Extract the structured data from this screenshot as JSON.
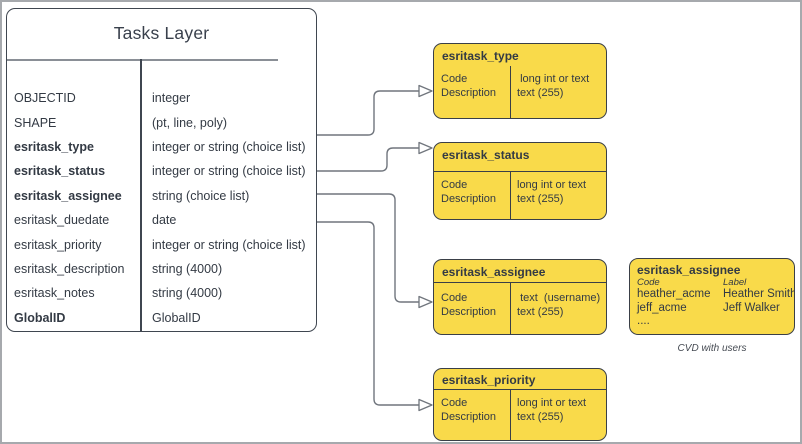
{
  "colors": {
    "frame": "#A6A9AD",
    "table_stroke": "#3F4650",
    "box_stroke": "#3A3F47",
    "box_fill": "#F9DA4A",
    "connector": "#70757D",
    "underline": "#8A8F96",
    "ink": "#333A44"
  },
  "tasks_table": {
    "title": "Tasks Layer",
    "rows": [
      {
        "field": "OBJECTID",
        "type": "integer"
      },
      {
        "field": "SHAPE",
        "type": "(pt, line, poly)"
      },
      {
        "field": "esritask_type",
        "type": "integer or string (choice list)"
      },
      {
        "field": "esritask_status",
        "type": "integer or string (choice list)"
      },
      {
        "field": "esritask_assignee",
        "type": "string (choice list)"
      },
      {
        "field": "esritask_duedate",
        "type": "date"
      },
      {
        "field": "esritask_priority",
        "type": "integer or string (choice list)"
      },
      {
        "field": "esritask_description",
        "type": "string (4000)"
      },
      {
        "field": "esritask_notes",
        "type": "string (4000)"
      },
      {
        "field": "GlobalID",
        "type": "GlobalID"
      }
    ]
  },
  "domain_boxes": [
    {
      "title": "esritask_type",
      "left": [
        "Code",
        "Description"
      ],
      "right": [
        " long int or text",
        "text (255)"
      ]
    },
    {
      "title": "esritask_status",
      "left": [
        "Code",
        "Description"
      ],
      "right": [
        "long int or text",
        "text (255)"
      ]
    },
    {
      "title": "esritask_assignee",
      "left": [
        "Code",
        "Description"
      ],
      "right": [
        " text  (username)",
        "text (255)"
      ]
    },
    {
      "title": "esritask_priority",
      "left": [
        "Code",
        "Description"
      ],
      "right": [
        "long int or text",
        "text (255)"
      ]
    }
  ],
  "cvd_box": {
    "title": "esritask_assignee",
    "col_headers": [
      "Code",
      "Label"
    ],
    "rows": [
      {
        "code": "heather_acme",
        "label": "Heather Smith"
      },
      {
        "code": "jeff_acme",
        "label": "Jeff Walker"
      }
    ],
    "more": "....",
    "caption": "CVD with users"
  }
}
